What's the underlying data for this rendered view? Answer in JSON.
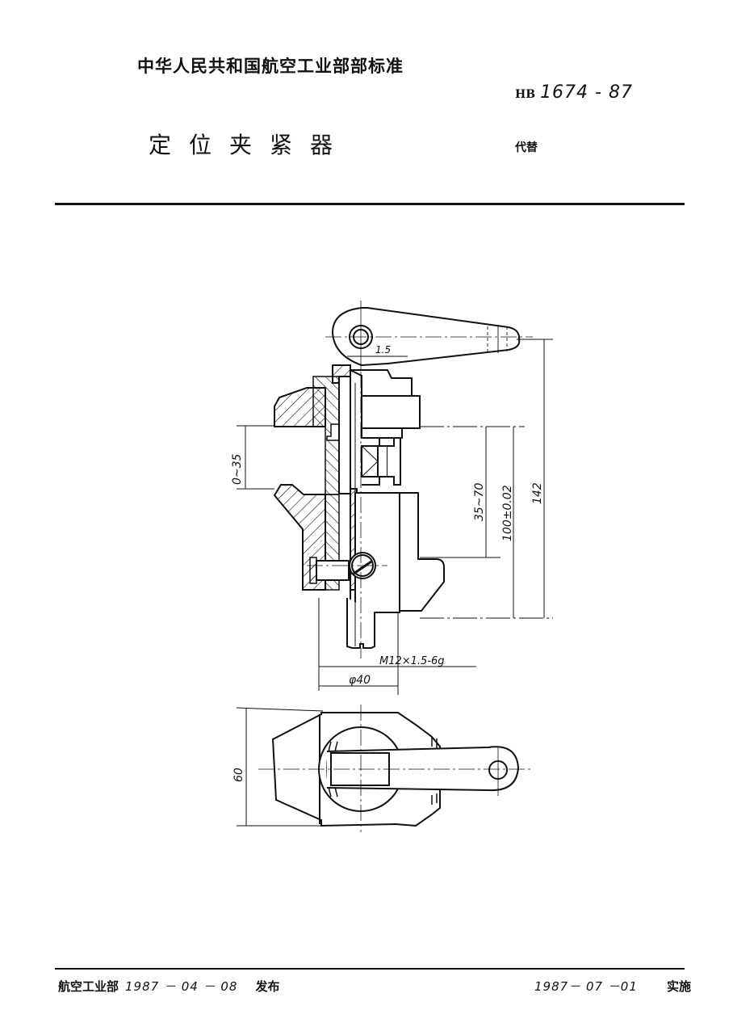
{
  "header": {
    "organization": "中华人民共和国航空工业部部标准",
    "standard_prefix": "HB",
    "standard_number": "1674 - 87",
    "title": "定位夹紧器",
    "replaces_label": "代替"
  },
  "drawing": {
    "front_view": {
      "dimensions": {
        "handle_offset": "1.5",
        "clamp_opening": "0~35",
        "clamp_height_range": "35~70",
        "center_height": "100±0.02",
        "overall_height": "142",
        "thread_spec": "M12×1.5-6g",
        "base_diameter": "φ40"
      }
    },
    "top_view": {
      "dimensions": {
        "width": "60"
      }
    }
  },
  "footer": {
    "issuer": "航空工业部",
    "issue_date": "1987 － 04 － 08",
    "issue_label": "发布",
    "effective_date": "1987－ 07 －01",
    "effective_label": "实施"
  }
}
